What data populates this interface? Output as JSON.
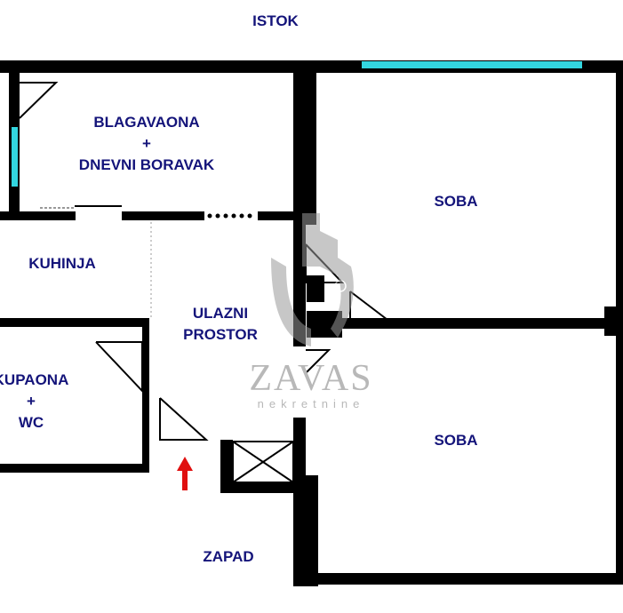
{
  "orientation": {
    "top": "ISTOK",
    "bottom": "ZAPAD"
  },
  "rooms": {
    "living": {
      "line1": "BLAGAVAONA",
      "line2": "+",
      "line3": "DNEVNI  BORAVAK"
    },
    "kitchen": "KUHINJA",
    "entrance": {
      "line1": "ULAZNI",
      "line2": "PROSTOR"
    },
    "bathroom": {
      "line1": "KUPAONA",
      "line2": "+",
      "line3": "WC"
    },
    "room_top": "SOBA",
    "room_bottom": "SOBA"
  },
  "watermark": {
    "title": "ZAVAS",
    "subtitle": "nekretnine"
  },
  "colors": {
    "wall": "#000000",
    "window": "#33d6e0",
    "label": "#14147a",
    "entrance_arrow": "#e01010",
    "watermark": "#b8b8b8"
  }
}
